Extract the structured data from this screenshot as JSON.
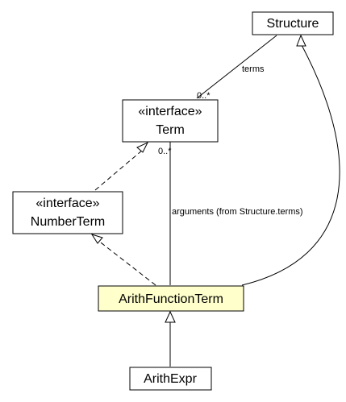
{
  "diagram": {
    "classes": {
      "structure": {
        "name": "Structure",
        "stereotype": ""
      },
      "term": {
        "name": "Term",
        "stereotype": "«interface»"
      },
      "number_term": {
        "name": "NumberTerm",
        "stereotype": "«interface»"
      },
      "arith_function_term": {
        "name": "ArithFunctionTerm",
        "stereotype": "",
        "highlighted": true
      },
      "arith_expr": {
        "name": "ArithExpr",
        "stereotype": ""
      }
    },
    "relations": {
      "terms": {
        "label": "terms",
        "multiplicity": "0..*"
      },
      "arguments": {
        "label": "arguments (from Structure.terms)",
        "multiplicity": "0..*"
      }
    },
    "colors": {
      "highlight_fill": "#ffffcc",
      "default_fill": "#ffffff",
      "line": "#000000"
    }
  }
}
